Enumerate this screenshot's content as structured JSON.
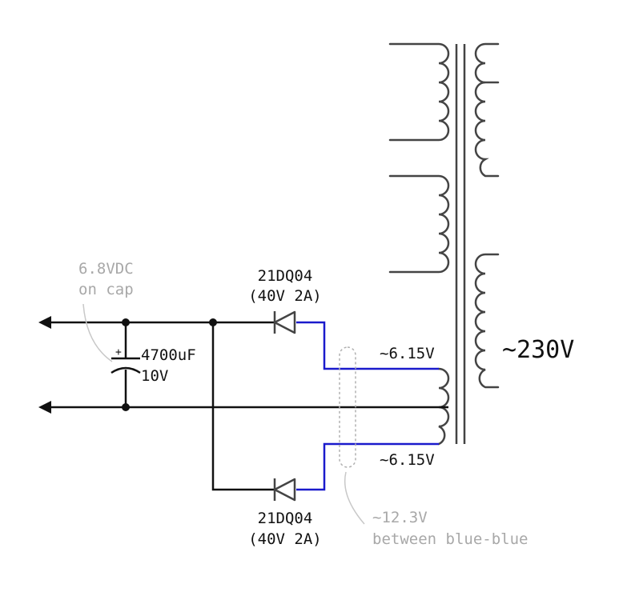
{
  "diagram": {
    "diode_top": {
      "part": "21DQ04",
      "rating": "(40V 2A)"
    },
    "diode_bottom": {
      "part": "21DQ04",
      "rating": "(40V 2A)"
    },
    "capacitor": {
      "value": "4700uF",
      "voltage": "10V",
      "polarity": "+"
    },
    "note_cap": {
      "line1": "6.8VDC",
      "line2": "on cap"
    },
    "secondary_top_voltage": "~6.15V",
    "secondary_bottom_voltage": "~6.15V",
    "note_between": {
      "line1": "~12.3V",
      "line2": "between blue-blue"
    },
    "primary_voltage": "~230V"
  },
  "colors": {
    "wire": "#111111",
    "blue_wire": "#1a1acc",
    "coil": "#444444",
    "note": "#a8a8a8"
  }
}
